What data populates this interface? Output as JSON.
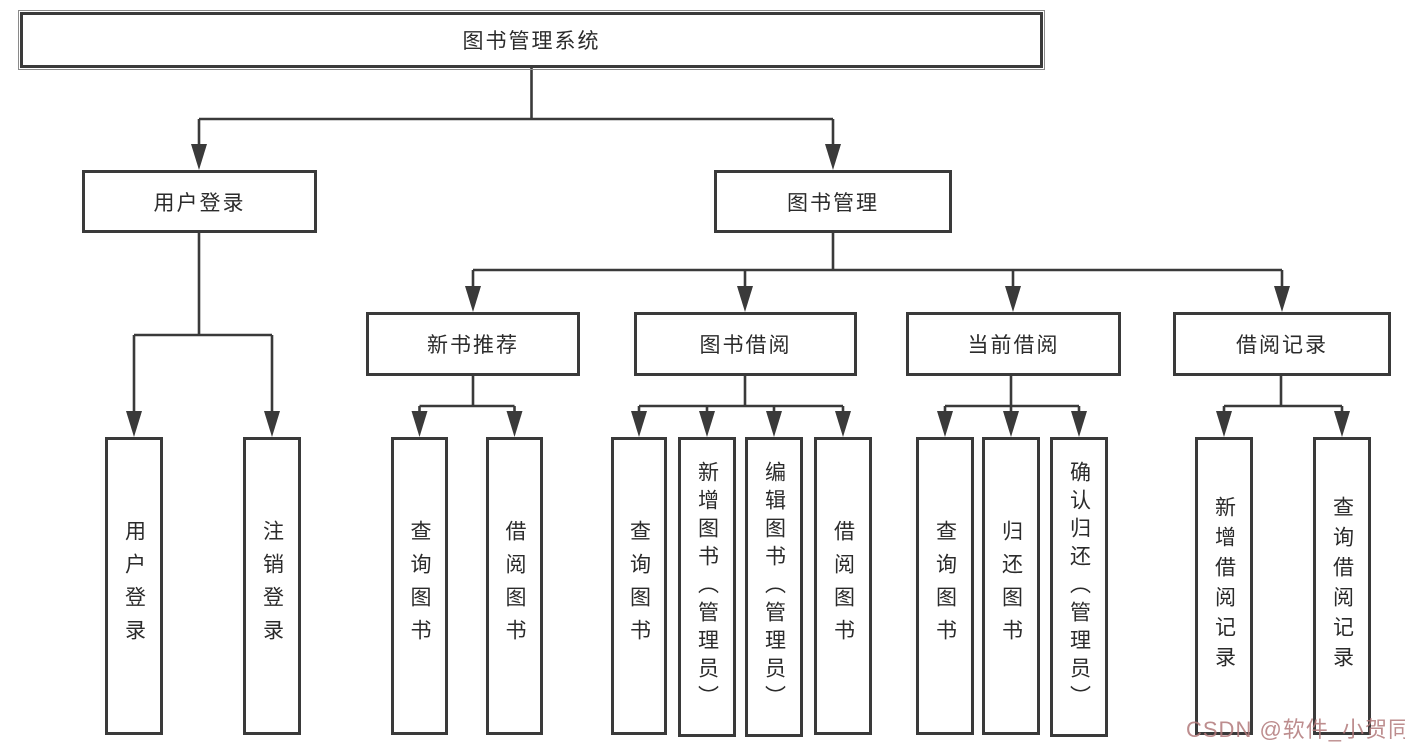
{
  "diagram": {
    "title": "图书管理系统",
    "nodes": {
      "root": {
        "label": "图书管理系统"
      },
      "user_login": {
        "label": "用户登录"
      },
      "book_mgmt": {
        "label": "图书管理"
      },
      "new_book_rec": {
        "label": "新书推荐"
      },
      "book_borrow": {
        "label": "图书借阅"
      },
      "current_borrow": {
        "label": "当前借阅"
      },
      "borrow_records": {
        "label": "借阅记录"
      },
      "leaf_user_login": {
        "label": "用户登录"
      },
      "leaf_logout": {
        "label": "注销登录"
      },
      "leaf_query_books_1": {
        "label": "查询图书"
      },
      "leaf_borrow_books_1": {
        "label": "借阅图书"
      },
      "leaf_query_books_2": {
        "label": "查询图书"
      },
      "leaf_add_book": {
        "label": "新增图书（管理员）"
      },
      "leaf_edit_book": {
        "label": "编辑图书（管理员）"
      },
      "leaf_borrow_books_2": {
        "label": "借阅图书"
      },
      "leaf_query_books_3": {
        "label": "查询图书"
      },
      "leaf_return_book": {
        "label": "归还图书"
      },
      "leaf_confirm_return": {
        "label": "确认归还（管理员）"
      },
      "leaf_add_record": {
        "label": "新增借阅记录"
      },
      "leaf_query_record": {
        "label": "查询借阅记录"
      }
    },
    "structure": [
      {
        "parent": "图书管理系统",
        "children": [
          "用户登录",
          "图书管理"
        ]
      },
      {
        "parent": "用户登录",
        "children": [
          "用户登录",
          "注销登录"
        ]
      },
      {
        "parent": "图书管理",
        "children": [
          "新书推荐",
          "图书借阅",
          "当前借阅",
          "借阅记录"
        ]
      },
      {
        "parent": "新书推荐",
        "children": [
          "查询图书",
          "借阅图书"
        ]
      },
      {
        "parent": "图书借阅",
        "children": [
          "查询图书",
          "新增图书（管理员）",
          "编辑图书（管理员）",
          "借阅图书"
        ]
      },
      {
        "parent": "当前借阅",
        "children": [
          "查询图书",
          "归还图书",
          "确认归还（管理员）"
        ]
      },
      {
        "parent": "借阅记录",
        "children": [
          "新增借阅记录",
          "查询借阅记录"
        ]
      }
    ],
    "colors": {
      "line": "#3a3a3a",
      "text": "#2b2b2b",
      "background": "#ffffff",
      "watermark": "#b2797a"
    }
  },
  "watermark": {
    "text": "CSDN @软件_小贺同学"
  }
}
